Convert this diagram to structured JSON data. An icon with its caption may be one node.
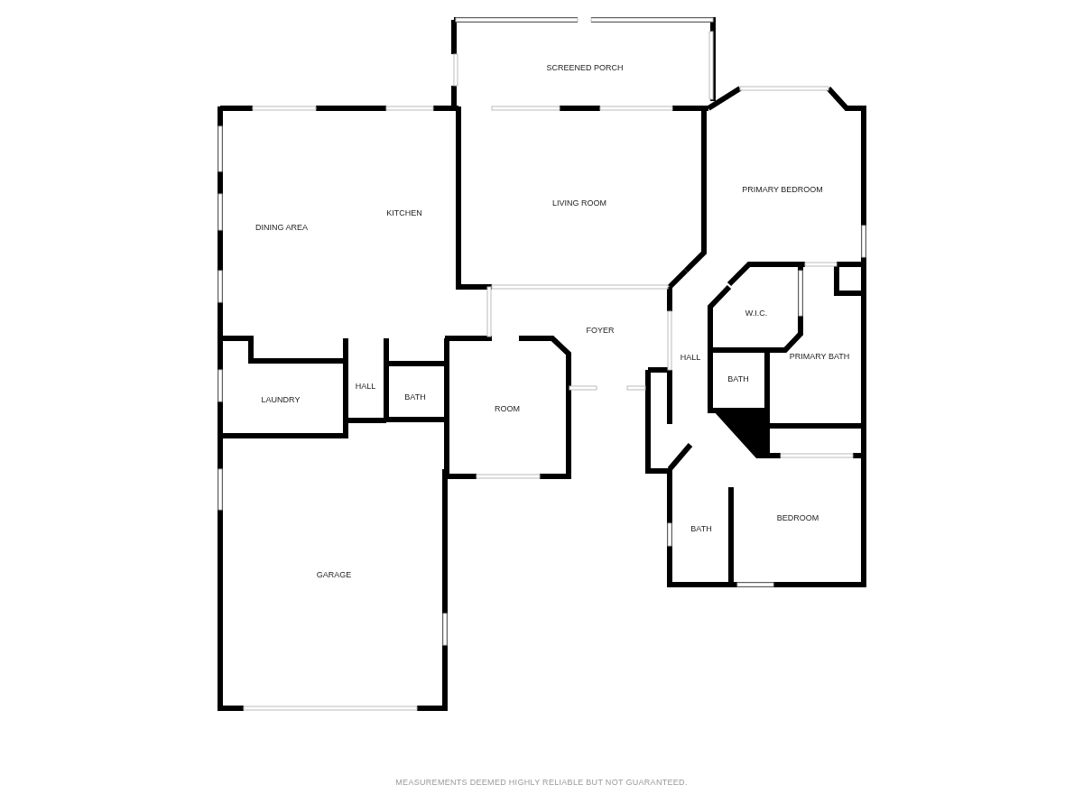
{
  "diagram": {
    "caption": "MEASUREMENTS DEEMED HIGHLY RELIABLE BUT NOT GUARANTEED.",
    "nodes": [
      {
        "text": [
          "SCREENED PORCH"
        ]
      },
      {
        "text": [
          "DINING AREA",
          "KITCHEN"
        ]
      },
      {
        "text": [
          "LIVING ROOM"
        ]
      },
      {
        "text": [
          "PRIMARY BEDROOM"
        ]
      },
      {
        "text": [
          "FOYER"
        ]
      },
      {
        "text": [
          "W.I.C."
        ]
      },
      {
        "text": [
          "HALL"
        ]
      },
      {
        "text": [
          "PRIMARY BATH"
        ]
      },
      {
        "text": [
          "BATH"
        ]
      },
      {
        "text": [
          "LAUNDRY"
        ]
      },
      {
        "text": [
          "HALL"
        ]
      },
      {
        "text": [
          "BATH"
        ]
      },
      {
        "text": [
          "ROOM"
        ]
      },
      {
        "text": [
          "BATH"
        ]
      },
      {
        "text": [
          "BEDROOM"
        ]
      },
      {
        "text": [
          "GARAGE"
        ]
      }
    ]
  }
}
